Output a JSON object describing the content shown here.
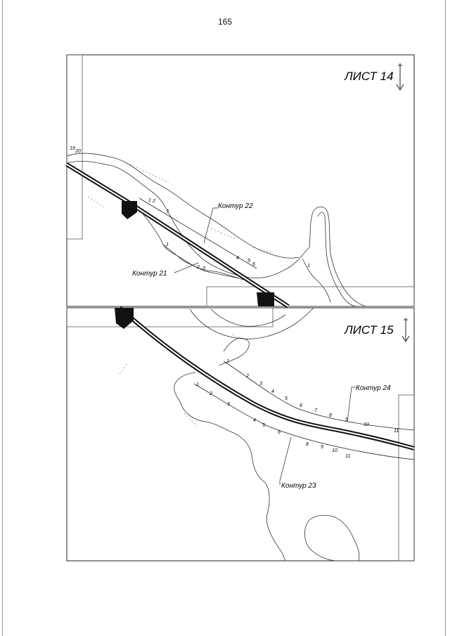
{
  "page": {
    "number": "165"
  },
  "sheets": [
    {
      "title": "ЛИСТ 14",
      "contours": [
        {
          "label": "Контур 21",
          "points": [
            "1",
            "2",
            "3"
          ]
        },
        {
          "label": "Контур 22",
          "points": [
            "1",
            "2",
            "3",
            "4",
            "5",
            "6"
          ]
        }
      ],
      "edge_points": [
        "19",
        "20"
      ],
      "extra_points": [
        "1"
      ]
    },
    {
      "title": "ЛИСТ 15",
      "contours": [
        {
          "label": "Контур 23",
          "points": [
            "1",
            "2",
            "3",
            "4",
            "5",
            "6",
            "8",
            "9",
            "10",
            "11"
          ]
        },
        {
          "label": "Контур 24",
          "points": [
            "1",
            "2",
            "3",
            "4",
            "5",
            "6",
            "7",
            "8",
            "9",
            "10",
            "11"
          ]
        }
      ]
    }
  ]
}
